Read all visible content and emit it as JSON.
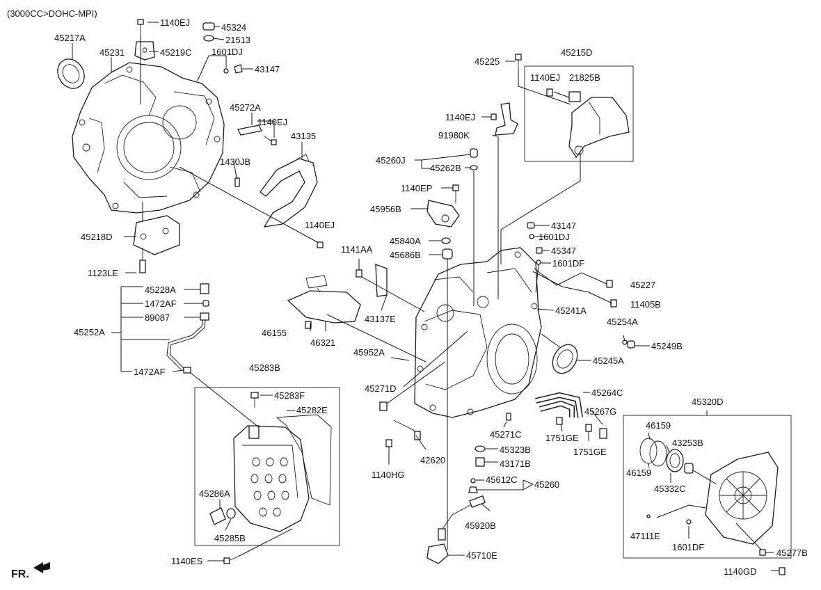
{
  "header": {
    "engine_spec": "(3000CC>DOHC-MPI)"
  },
  "footer": {
    "front_indicator": "FR."
  },
  "parts": [
    {
      "id": "p1140EJ_a",
      "text": "1140EJ"
    },
    {
      "id": "p45324",
      "text": "45324"
    },
    {
      "id": "p21513",
      "text": "21513"
    },
    {
      "id": "p1601DJ_a",
      "text": "1601DJ"
    },
    {
      "id": "p45217A",
      "text": "45217A"
    },
    {
      "id": "p45231",
      "text": "45231"
    },
    {
      "id": "p45219C",
      "text": "45219C"
    },
    {
      "id": "p43147_a",
      "text": "43147"
    },
    {
      "id": "p45272A",
      "text": "45272A"
    },
    {
      "id": "p1140EJ_b",
      "text": "1140EJ"
    },
    {
      "id": "p43135",
      "text": "43135"
    },
    {
      "id": "p1430JB",
      "text": "1430JB"
    },
    {
      "id": "p1140EJ_c",
      "text": "1140EJ"
    },
    {
      "id": "p45218D",
      "text": "45218D"
    },
    {
      "id": "p1123LE",
      "text": "1123LE"
    },
    {
      "id": "p45228A",
      "text": "45228A"
    },
    {
      "id": "p1472AF_a",
      "text": "1472AF"
    },
    {
      "id": "p89087",
      "text": "89087"
    },
    {
      "id": "p45252A",
      "text": "45252A"
    },
    {
      "id": "p1472AF_b",
      "text": "1472AF"
    },
    {
      "id": "p45283B",
      "text": "45283B"
    },
    {
      "id": "p45283F",
      "text": "45283F"
    },
    {
      "id": "p45282E",
      "text": "45282E"
    },
    {
      "id": "p45286A",
      "text": "45286A"
    },
    {
      "id": "p45285B",
      "text": "45285B"
    },
    {
      "id": "p1140ES",
      "text": "1140ES"
    },
    {
      "id": "p45225",
      "text": "45225"
    },
    {
      "id": "p45215D",
      "text": "45215D"
    },
    {
      "id": "p1140EJ_d",
      "text": "1140EJ"
    },
    {
      "id": "p21825B",
      "text": "21825B"
    },
    {
      "id": "p1140EJ_e",
      "text": "1140EJ"
    },
    {
      "id": "p91980K",
      "text": "91980K"
    },
    {
      "id": "p45260J",
      "text": "45260J"
    },
    {
      "id": "p45262B",
      "text": "45262B"
    },
    {
      "id": "p1140EP",
      "text": "1140EP"
    },
    {
      "id": "p45956B",
      "text": "45956B"
    },
    {
      "id": "p45840A",
      "text": "45840A"
    },
    {
      "id": "p45686B",
      "text": "45686B"
    },
    {
      "id": "p1141AA",
      "text": "1141AA"
    },
    {
      "id": "p43147_b",
      "text": "43147"
    },
    {
      "id": "p1601DJ_b",
      "text": "1601DJ"
    },
    {
      "id": "p45347",
      "text": "45347"
    },
    {
      "id": "p1601DF_a",
      "text": "1601DF"
    },
    {
      "id": "p45227",
      "text": "45227"
    },
    {
      "id": "p11405B",
      "text": "11405B"
    },
    {
      "id": "p45241A",
      "text": "45241A"
    },
    {
      "id": "p43137E",
      "text": "43137E"
    },
    {
      "id": "p46155",
      "text": "46155"
    },
    {
      "id": "p46321",
      "text": "46321"
    },
    {
      "id": "p45254A",
      "text": "45254A"
    },
    {
      "id": "p45249B",
      "text": "45249B"
    },
    {
      "id": "p45245A",
      "text": "45245A"
    },
    {
      "id": "p45952A",
      "text": "45952A"
    },
    {
      "id": "p45271D",
      "text": "45271D"
    },
    {
      "id": "p45264C",
      "text": "45264C"
    },
    {
      "id": "p45267G",
      "text": "45267G"
    },
    {
      "id": "p45271C",
      "text": "45271C"
    },
    {
      "id": "p1751GE_a",
      "text": "1751GE"
    },
    {
      "id": "p1751GE_b",
      "text": "1751GE"
    },
    {
      "id": "p45323B",
      "text": "45323B"
    },
    {
      "id": "p42620",
      "text": "42620"
    },
    {
      "id": "p43171B",
      "text": "43171B"
    },
    {
      "id": "p1140HG",
      "text": "1140HG"
    },
    {
      "id": "p45612C",
      "text": "45612C"
    },
    {
      "id": "p45260",
      "text": "45260"
    },
    {
      "id": "p45920B",
      "text": "45920B"
    },
    {
      "id": "p45710E",
      "text": "45710E"
    },
    {
      "id": "p45320D",
      "text": "45320D"
    },
    {
      "id": "p46159_a",
      "text": "46159"
    },
    {
      "id": "p43253B",
      "text": "43253B"
    },
    {
      "id": "p46159_b",
      "text": "46159"
    },
    {
      "id": "p45332C",
      "text": "45332C"
    },
    {
      "id": "p47111E",
      "text": "47111E"
    },
    {
      "id": "p1601DF_b",
      "text": "1601DF"
    },
    {
      "id": "p45277B",
      "text": "45277B"
    },
    {
      "id": "p1140GD",
      "text": "1140GD"
    }
  ]
}
